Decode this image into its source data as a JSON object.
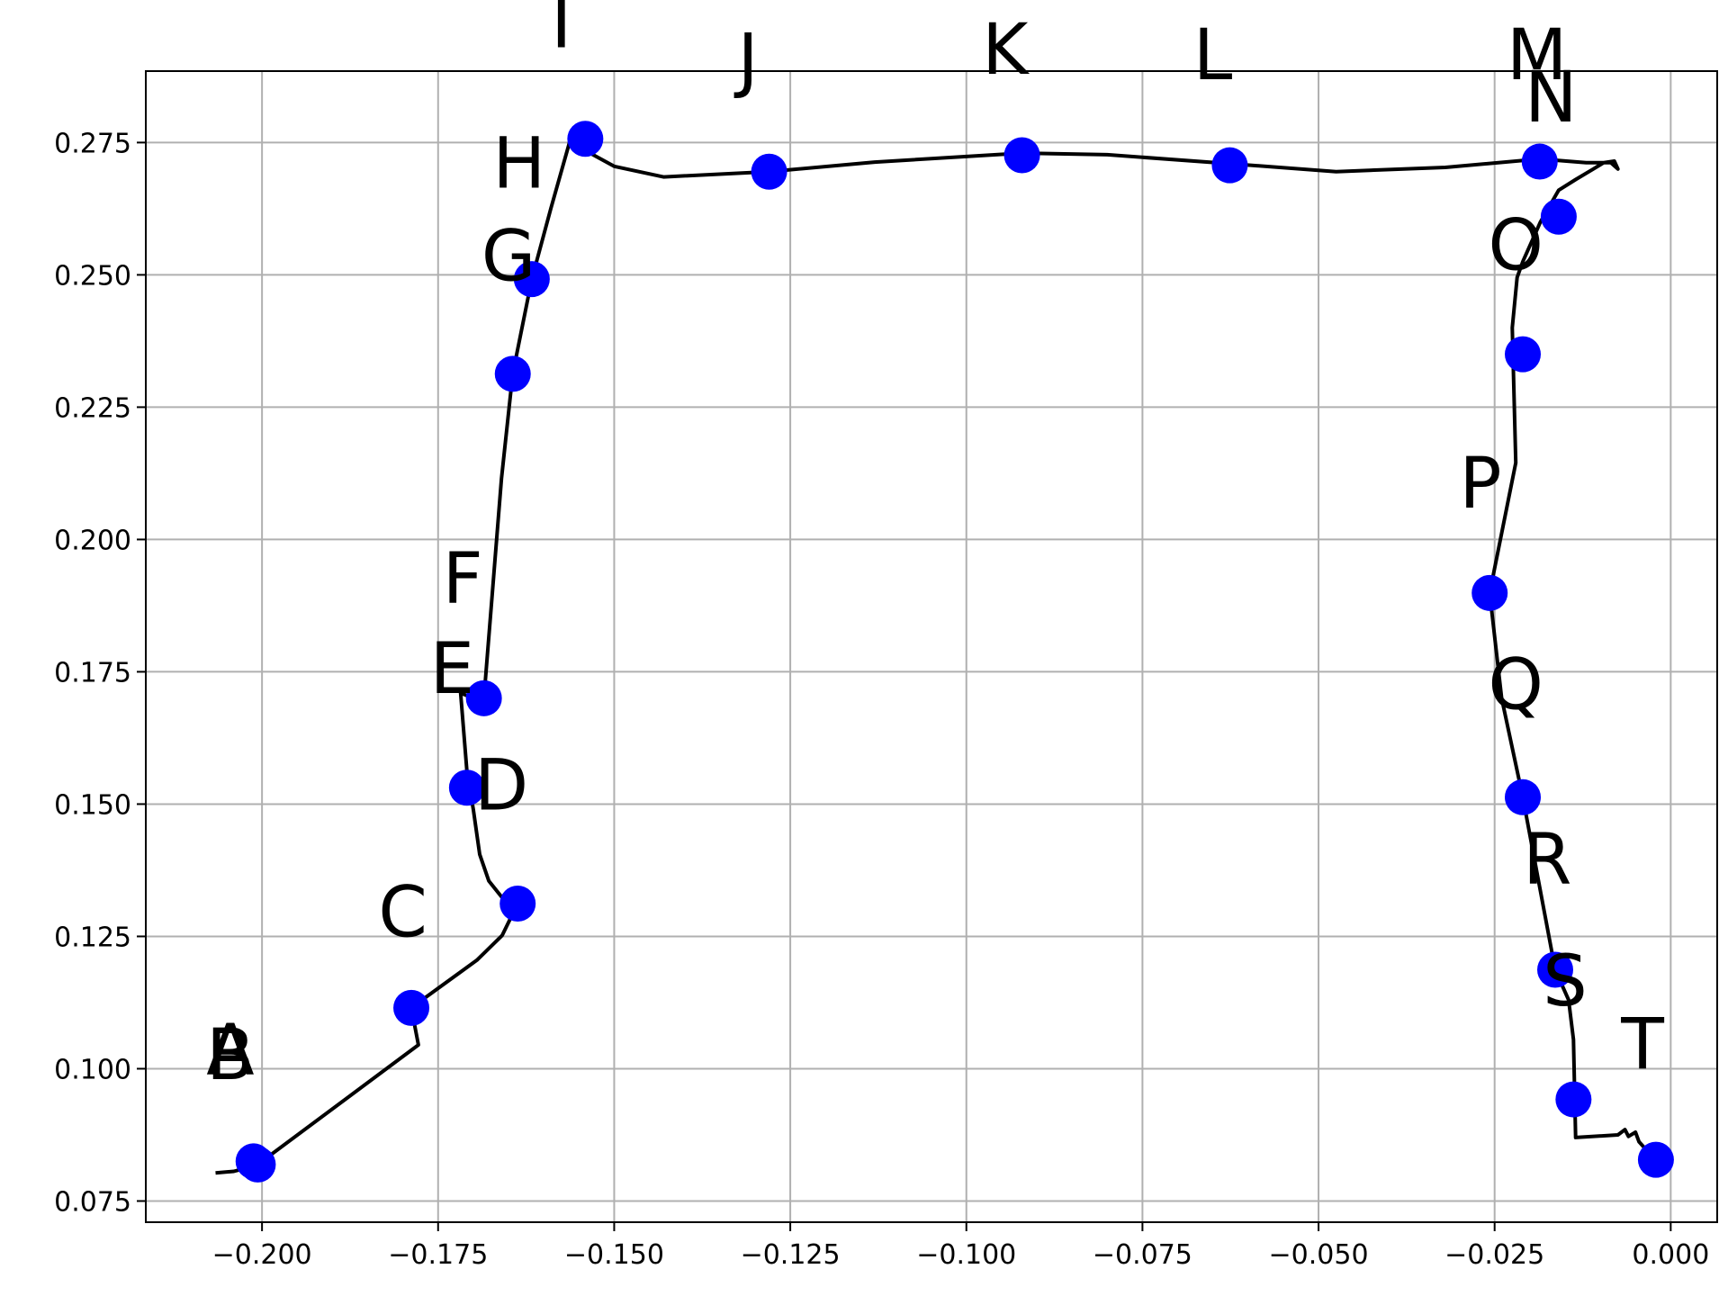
{
  "chart_data": {
    "type": "scatter",
    "title": "",
    "xlabel": "",
    "ylabel": "",
    "xlim": [
      -0.2165,
      0.0066
    ],
    "ylim": [
      0.071,
      0.2885
    ],
    "grid": true,
    "xticks": [
      -0.2,
      -0.175,
      -0.15,
      -0.125,
      -0.1,
      -0.075,
      -0.05,
      -0.025,
      0.0
    ],
    "xtick_labels": [
      "−0.200",
      "−0.175",
      "−0.150",
      "−0.125",
      "−0.100",
      "−0.075",
      "−0.050",
      "−0.025",
      "0.000"
    ],
    "yticks": [
      0.075,
      0.1,
      0.125,
      0.15,
      0.175,
      0.2,
      0.225,
      0.25,
      0.275
    ],
    "ytick_labels": [
      "0.075",
      "0.100",
      "0.125",
      "0.150",
      "0.175",
      "0.200",
      "0.225",
      "0.250",
      "0.275"
    ],
    "colors": {
      "points": "#0000ff",
      "path": "#000000",
      "grid": "#b0b0b0",
      "axes": "#000000"
    },
    "points": [
      {
        "label": "A",
        "x": -0.2012,
        "y": 0.0825
      },
      {
        "label": "B",
        "x": -0.2006,
        "y": 0.0819
      },
      {
        "label": "C",
        "x": -0.1788,
        "y": 0.1115
      },
      {
        "label": "D",
        "x": -0.1637,
        "y": 0.1312
      },
      {
        "label": "E",
        "x": -0.1709,
        "y": 0.1531
      },
      {
        "label": "F",
        "x": -0.1685,
        "y": 0.17
      },
      {
        "label": "G",
        "x": -0.1617,
        "y": 0.2492
      },
      {
        "label": "H",
        "x": -0.1644,
        "y": 0.2313
      },
      {
        "label": "I",
        "x": -0.1541,
        "y": 0.2757
      },
      {
        "label": "J",
        "x": -0.128,
        "y": 0.2695
      },
      {
        "label": "K",
        "x": -0.0921,
        "y": 0.2726
      },
      {
        "label": "L",
        "x": -0.0626,
        "y": 0.2707
      },
      {
        "label": "M",
        "x": -0.0186,
        "y": 0.2714
      },
      {
        "label": "N",
        "x": -0.0159,
        "y": 0.261
      },
      {
        "label": "O",
        "x": -0.021,
        "y": 0.235
      },
      {
        "label": "P",
        "x": -0.0257,
        "y": 0.1899
      },
      {
        "label": "Q",
        "x": -0.021,
        "y": 0.1513
      },
      {
        "label": "R",
        "x": -0.0164,
        "y": 0.1187
      },
      {
        "label": "S",
        "x": -0.0138,
        "y": 0.0942
      },
      {
        "label": "T",
        "x": -0.0021,
        "y": 0.0828
      }
    ],
    "path": [
      [
        -0.2066,
        0.0803
      ],
      [
        -0.204,
        0.0806
      ],
      [
        -0.2015,
        0.0815
      ],
      [
        -0.2005,
        0.083
      ],
      [
        -0.1995,
        0.083
      ],
      [
        -0.199,
        0.0835
      ],
      [
        -0.1778,
        0.1045
      ],
      [
        -0.1788,
        0.1115
      ],
      [
        -0.1695,
        0.1205
      ],
      [
        -0.1659,
        0.1252
      ],
      [
        -0.1637,
        0.1312
      ],
      [
        -0.166,
        0.1325
      ],
      [
        -0.1678,
        0.1355
      ],
      [
        -0.1691,
        0.1405
      ],
      [
        -0.17,
        0.149
      ],
      [
        -0.1709,
        0.156
      ],
      [
        -0.1718,
        0.171
      ],
      [
        -0.17,
        0.17
      ],
      [
        -0.1685,
        0.17
      ],
      [
        -0.166,
        0.2115
      ],
      [
        -0.1644,
        0.2313
      ],
      [
        -0.1617,
        0.2492
      ],
      [
        -0.159,
        0.2625
      ],
      [
        -0.1562,
        0.2757
      ],
      [
        -0.1541,
        0.2735
      ],
      [
        -0.15,
        0.2705
      ],
      [
        -0.143,
        0.2685
      ],
      [
        -0.128,
        0.2695
      ],
      [
        -0.113,
        0.2713
      ],
      [
        -0.0921,
        0.273
      ],
      [
        -0.08,
        0.2727
      ],
      [
        -0.0626,
        0.271
      ],
      [
        -0.0475,
        0.2695
      ],
      [
        -0.032,
        0.2703
      ],
      [
        -0.0186,
        0.2719
      ],
      [
        -0.012,
        0.2712
      ],
      [
        -0.0085,
        0.2712
      ],
      [
        -0.0075,
        0.27
      ],
      [
        -0.008,
        0.2715
      ],
      [
        -0.0095,
        0.2712
      ],
      [
        -0.011,
        0.27
      ],
      [
        -0.0135,
        0.268
      ],
      [
        -0.0159,
        0.266
      ],
      [
        -0.0185,
        0.26
      ],
      [
        -0.021,
        0.2525
      ],
      [
        -0.0218,
        0.2495
      ],
      [
        -0.0225,
        0.24
      ],
      [
        -0.022,
        0.2145
      ],
      [
        -0.0257,
        0.1899
      ],
      [
        -0.024,
        0.17
      ],
      [
        -0.021,
        0.1513
      ],
      [
        -0.0164,
        0.1187
      ],
      [
        -0.0145,
        0.113
      ],
      [
        -0.0138,
        0.1055
      ],
      [
        -0.0135,
        0.087
      ],
      [
        -0.0075,
        0.0875
      ],
      [
        -0.0065,
        0.0885
      ],
      [
        -0.006,
        0.0872
      ],
      [
        -0.005,
        0.088
      ],
      [
        -0.0045,
        0.0862
      ],
      [
        -0.003,
        0.084
      ],
      [
        -0.0021,
        0.0828
      ]
    ],
    "label_positions": [
      {
        "label": "A",
        "x": -0.2045,
        "y": 0.099
      },
      {
        "label": "B",
        "x": -0.2045,
        "y": 0.098
      },
      {
        "label": "C",
        "x": -0.18,
        "y": 0.125
      },
      {
        "label": "D",
        "x": -0.166,
        "y": 0.149
      },
      {
        "label": "E",
        "x": -0.173,
        "y": 0.171
      },
      {
        "label": "F",
        "x": -0.1715,
        "y": 0.188
      },
      {
        "label": "G",
        "x": -0.165,
        "y": 0.249
      },
      {
        "label": "H",
        "x": -0.1635,
        "y": 0.2665
      },
      {
        "label": "I",
        "x": -0.1575,
        "y": 0.293
      },
      {
        "label": "J",
        "x": -0.131,
        "y": 0.286
      },
      {
        "label": "K",
        "x": -0.0945,
        "y": 0.288
      },
      {
        "label": "L",
        "x": -0.065,
        "y": 0.287
      },
      {
        "label": "M",
        "x": -0.019,
        "y": 0.287
      },
      {
        "label": "N",
        "x": -0.017,
        "y": 0.279
      },
      {
        "label": "O",
        "x": -0.022,
        "y": 0.251
      },
      {
        "label": "P",
        "x": -0.027,
        "y": 0.206
      },
      {
        "label": "Q",
        "x": -0.022,
        "y": 0.168
      },
      {
        "label": "R",
        "x": -0.0175,
        "y": 0.135
      },
      {
        "label": "S",
        "x": -0.015,
        "y": 0.112
      },
      {
        "label": "T",
        "x": -0.004,
        "y": 0.1
      }
    ]
  }
}
